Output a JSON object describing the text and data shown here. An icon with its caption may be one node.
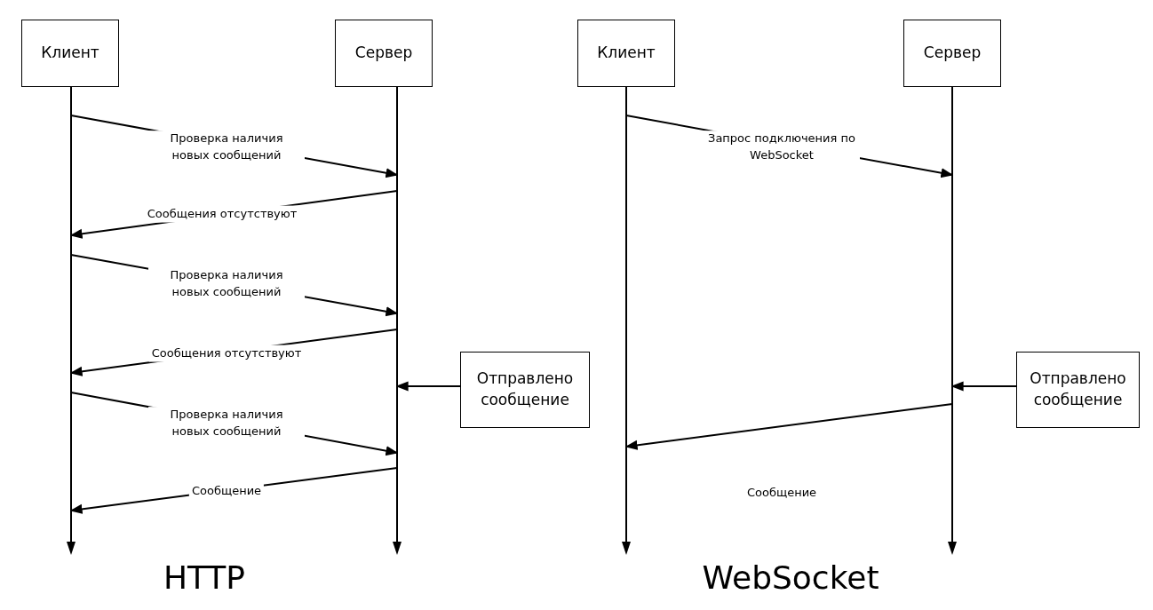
{
  "diagram": {
    "nodes": [
      {
        "text": [
          "Клиент"
        ]
      },
      {
        "text": [
          "Сервер"
        ]
      },
      {
        "text": [
          "Клиент"
        ]
      },
      {
        "text": [
          "Сервер"
        ]
      },
      {
        "text": [
          "Отправлено сообщение"
        ]
      },
      {
        "text": [
          "Отправлено сообщение"
        ]
      }
    ],
    "edges": [
      {
        "from": 0,
        "to": 1,
        "arrow": "to",
        "label": "Проверка наличия новых сообщений"
      },
      {
        "from": 1,
        "to": 0,
        "arrow": "to",
        "label": "Сообщения отсутствуют"
      },
      {
        "from": 0,
        "to": 1,
        "arrow": "to",
        "label": "Проверка наличия новых сообщений"
      },
      {
        "from": 1,
        "to": 0,
        "arrow": "to",
        "label": "Сообщения отсутствуют"
      },
      {
        "from": 4,
        "to": 1,
        "arrow": "to"
      },
      {
        "from": 0,
        "to": 1,
        "arrow": "to",
        "label": "Проверка наличия новых сообщений"
      },
      {
        "from": 1,
        "to": 0,
        "arrow": "to",
        "label": "Сообщение"
      },
      {
        "from": 2,
        "to": 3,
        "arrow": "to",
        "label": "Запрос подключения по WebSocket"
      },
      {
        "from": 5,
        "to": 3,
        "arrow": "to"
      },
      {
        "from": 3,
        "to": 2,
        "arrow": "to",
        "label": "Сообщение"
      }
    ],
    "labels": [
      "HTTP",
      "WebSocket"
    ]
  }
}
